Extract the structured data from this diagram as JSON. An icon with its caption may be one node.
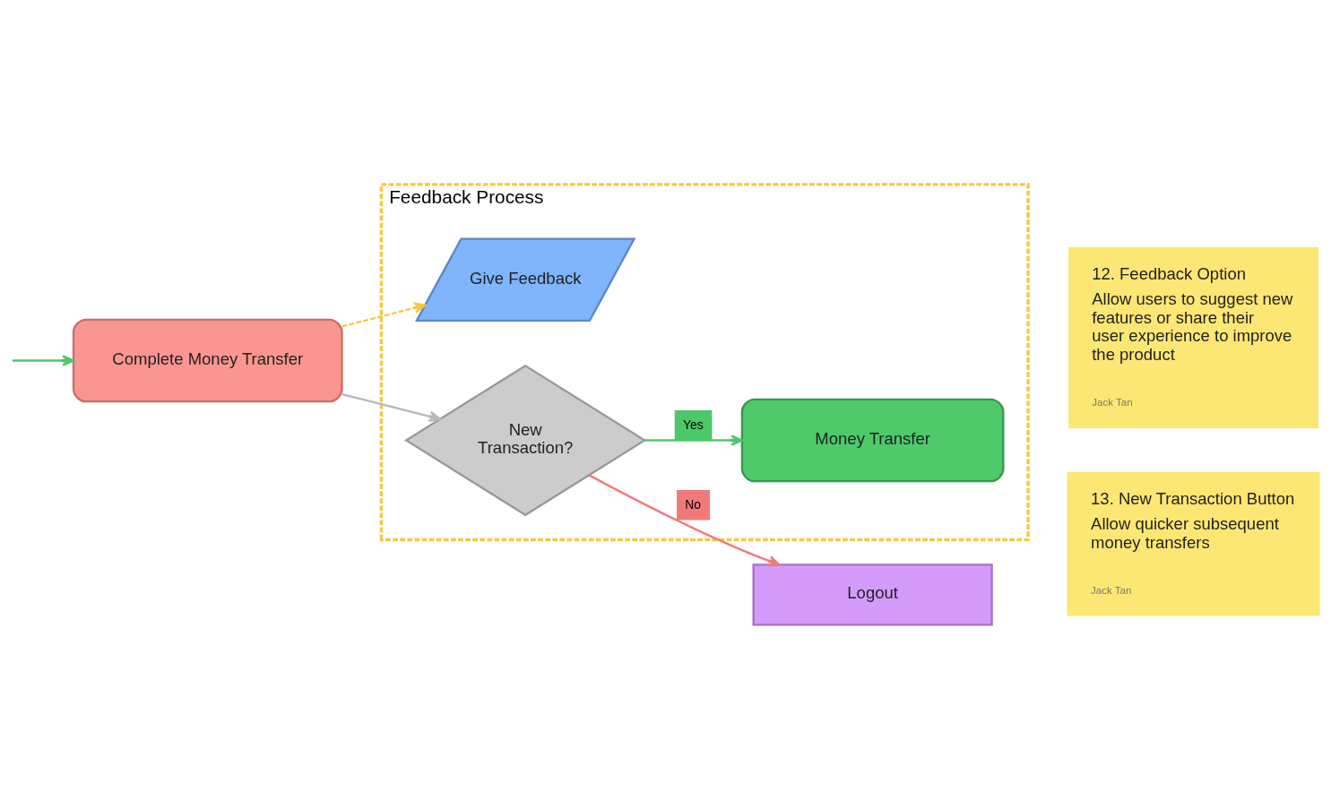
{
  "diagram": {
    "nodes": [
      {
        "text": [
          "Feedback Process"
        ]
      },
      {
        "text": [
          "Complete Money Transfer"
        ]
      },
      {
        "text": [
          "Give Feedback"
        ],
        "in": 0
      },
      {
        "text": [
          "New Transaction?"
        ],
        "in": 0
      },
      {
        "text": [
          "Money Transfer"
        ],
        "in": 0
      },
      {
        "text": [
          "Logout"
        ]
      },
      {
        "text": [
          "12. Feedback Option",
          "Allow users to suggest new features or share their user experience to improve the product",
          "Jack Tan"
        ]
      },
      {
        "text": [
          "13. New Transaction Button",
          "Allow quicker subsequent money transfers",
          "Jack Tan"
        ]
      }
    ],
    "edges": [
      {
        "from": null,
        "to": 1,
        "arrow": "to",
        "color": "#4cc76a"
      },
      {
        "from": 1,
        "to": 3,
        "arrow": "to",
        "color": "#b8b8b8"
      },
      {
        "from": 1,
        "to": 2,
        "arrow": "to",
        "style": "dashed",
        "color": "#f5c842"
      },
      {
        "from": 3,
        "to": 4,
        "arrow": "to",
        "label": "Yes",
        "color": "#4cc76a"
      },
      {
        "from": 3,
        "to": 5,
        "arrow": "to",
        "label": "No",
        "color": "#f07a7a"
      }
    ]
  }
}
